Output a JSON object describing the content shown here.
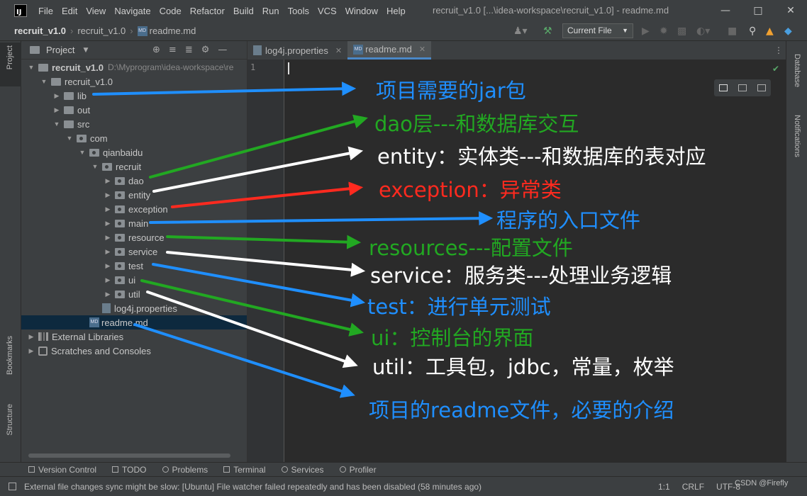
{
  "menu": {
    "items": [
      "File",
      "Edit",
      "View",
      "Navigate",
      "Code",
      "Refactor",
      "Build",
      "Run",
      "Tools",
      "VCS",
      "Window",
      "Help"
    ]
  },
  "window": {
    "title": "recruit_v1.0 [...\\idea-workspace\\recruit_v1.0] - readme.md"
  },
  "breadcrumb": {
    "project": "recruit_v1.0",
    "module": "recruit_v1.0",
    "file": "readme.md"
  },
  "toolbar": {
    "run_config": "Current File"
  },
  "project_panel": {
    "title": "Project",
    "tree": [
      {
        "label": "recruit_v1.0",
        "hint": "D:\\Myprogram\\idea-workspace\\re",
        "depth": 0,
        "kind": "module",
        "expanded": true,
        "bold": true
      },
      {
        "label": "recruit_v1.0",
        "depth": 1,
        "kind": "folder",
        "expanded": true
      },
      {
        "label": "lib",
        "depth": 2,
        "kind": "folder",
        "expanded": false
      },
      {
        "label": "out",
        "depth": 2,
        "kind": "folder",
        "expanded": false
      },
      {
        "label": "src",
        "depth": 2,
        "kind": "folder",
        "expanded": true
      },
      {
        "label": "com",
        "depth": 3,
        "kind": "package",
        "expanded": true
      },
      {
        "label": "qianbaidu",
        "depth": 4,
        "kind": "package",
        "expanded": true
      },
      {
        "label": "recruit",
        "depth": 5,
        "kind": "package",
        "expanded": true
      },
      {
        "label": "dao",
        "depth": 6,
        "kind": "package",
        "expanded": false
      },
      {
        "label": "entity",
        "depth": 6,
        "kind": "package",
        "expanded": false
      },
      {
        "label": "exception",
        "depth": 6,
        "kind": "package",
        "expanded": false
      },
      {
        "label": "main",
        "depth": 6,
        "kind": "package",
        "expanded": false
      },
      {
        "label": "resource",
        "depth": 6,
        "kind": "package",
        "expanded": false
      },
      {
        "label": "service",
        "depth": 6,
        "kind": "package",
        "expanded": false
      },
      {
        "label": "test",
        "depth": 6,
        "kind": "package",
        "expanded": false
      },
      {
        "label": "ui",
        "depth": 6,
        "kind": "package",
        "expanded": false
      },
      {
        "label": "util",
        "depth": 6,
        "kind": "package",
        "expanded": false
      },
      {
        "label": "log4j.properties",
        "depth": 5,
        "kind": "file"
      },
      {
        "label": "readme.md",
        "depth": 4,
        "kind": "md",
        "selected": true
      },
      {
        "label": "External Libraries",
        "depth": 0,
        "kind": "libs",
        "expanded": false
      },
      {
        "label": "Scratches and Consoles",
        "depth": 0,
        "kind": "scratch",
        "expanded": false
      }
    ]
  },
  "left_stripe": {
    "project": "Project",
    "bookmarks": "Bookmarks",
    "structure": "Structure"
  },
  "right_stripe": {
    "database": "Database",
    "notifications": "Notifications"
  },
  "editor": {
    "tabs": [
      {
        "label": "log4j.properties",
        "active": false
      },
      {
        "label": "readme.md",
        "active": true
      }
    ],
    "line_number": "1"
  },
  "bottom_tools": [
    "Version Control",
    "TODO",
    "Problems",
    "Terminal",
    "Services",
    "Profiler"
  ],
  "status": {
    "message": "External file changes sync might be slow: [Ubuntu] File watcher failed repeatedly and has been disabled (58 minutes ago)",
    "position": "1:1",
    "line_sep": "CRLF",
    "encoding": "UTF-8"
  },
  "watermark": "CSDN @Firefly",
  "colors": {
    "blue": "#1f8fff",
    "green": "#22a822",
    "white": "#ffffff",
    "red": "#ff2a1f"
  },
  "annotations": [
    {
      "text": "项目需要的jar包",
      "color": "blue"
    },
    {
      "text": "dao层---和数据库交互",
      "color": "green"
    },
    {
      "text": "entity：实体类---和数据库的表对应",
      "color": "white"
    },
    {
      "text": "exception：异常类",
      "color": "red"
    },
    {
      "text": "程序的入口文件",
      "color": "blue"
    },
    {
      "text": "resources---配置文件",
      "color": "green"
    },
    {
      "text": "service：服务类---处理业务逻辑",
      "color": "white"
    },
    {
      "text": "test：进行单元测试",
      "color": "blue"
    },
    {
      "text": "ui：控制台的界面",
      "color": "green"
    },
    {
      "text": "util：工具包，jdbc，常量，枚举",
      "color": "white"
    },
    {
      "text": "项目的readme文件，必要的介绍",
      "color": "blue"
    }
  ]
}
